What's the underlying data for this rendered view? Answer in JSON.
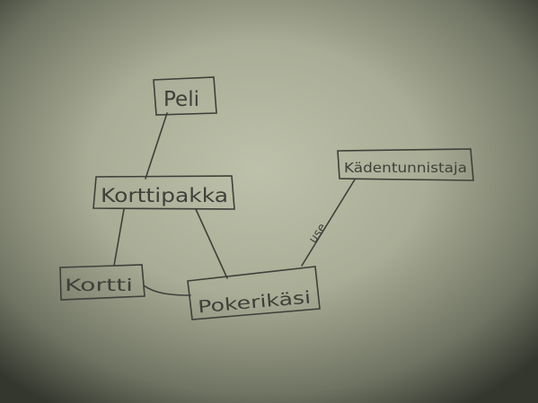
{
  "diagram": {
    "nodes": [
      {
        "id": "peli",
        "label": "Peli"
      },
      {
        "id": "korttipakka",
        "label": "Korttipakka"
      },
      {
        "id": "kortti",
        "label": "Kortti"
      },
      {
        "id": "pokerikasi",
        "label": "Pokerikäsi"
      },
      {
        "id": "kadentunnistaja",
        "label": "Kädentunnistaja"
      }
    ],
    "edges": [
      {
        "from": "peli",
        "to": "korttipakka",
        "label": ""
      },
      {
        "from": "korttipakka",
        "to": "kortti",
        "label": ""
      },
      {
        "from": "korttipakka",
        "to": "pokerikasi",
        "label": ""
      },
      {
        "from": "kortti",
        "to": "pokerikasi",
        "label": ""
      },
      {
        "from": "pokerikasi",
        "to": "kadentunnistaja",
        "label": "use"
      }
    ]
  },
  "colors": {
    "paper_center": "#bcbfa8",
    "paper_edge": "#2f3229",
    "pencil": "#3e4039"
  }
}
